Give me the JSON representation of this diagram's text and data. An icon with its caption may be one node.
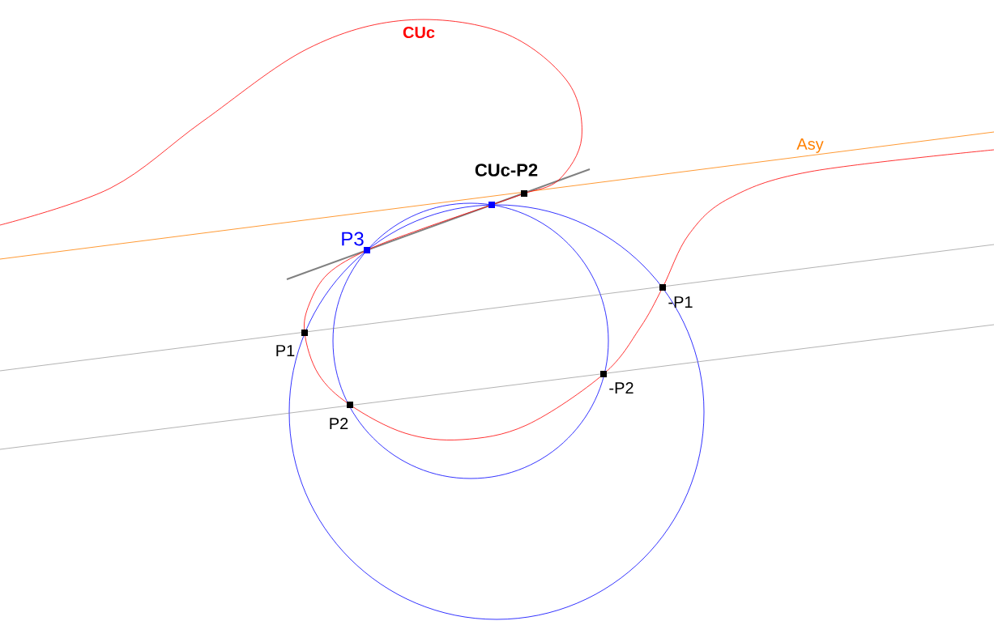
{
  "diagram": {
    "labels": [
      "CUc",
      "Asy",
      "CUc-P2",
      "P3",
      "P1",
      "-P1",
      "P2",
      "-P2"
    ]
  }
}
